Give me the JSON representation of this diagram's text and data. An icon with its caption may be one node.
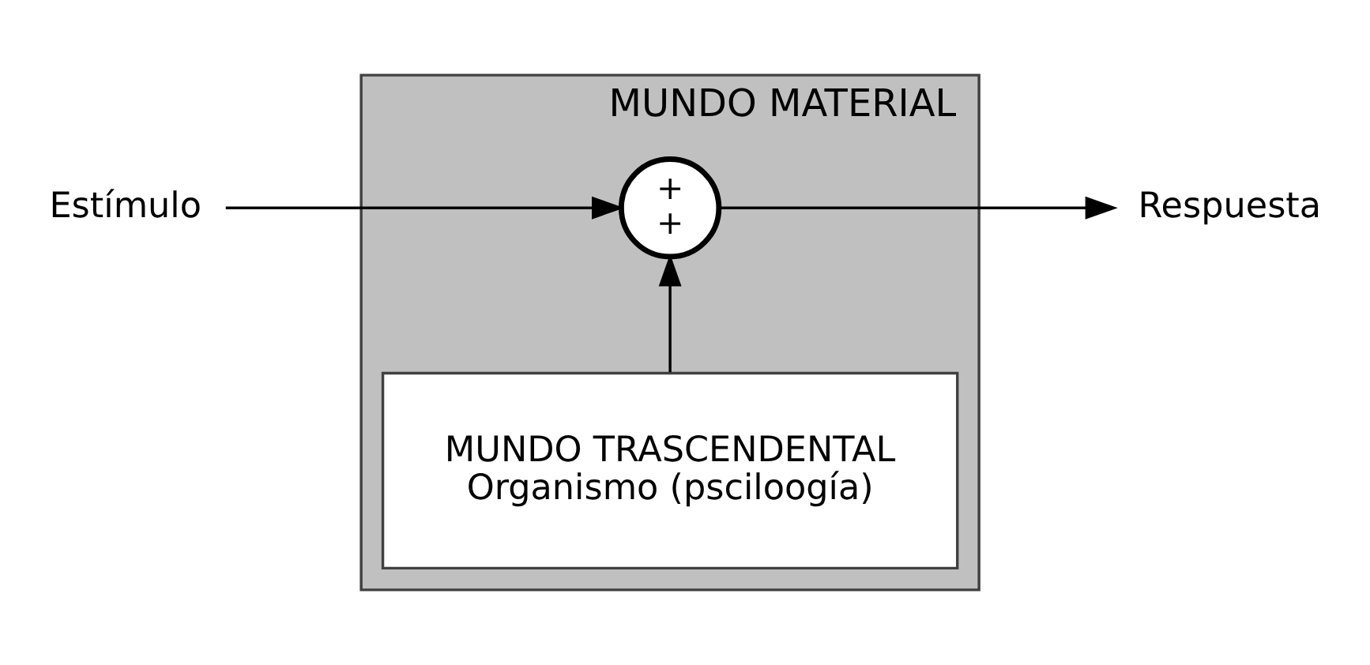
{
  "diagram": {
    "nodes": [
      {
        "text": [
          "MUNDO MATERIAL"
        ]
      },
      {
        "text": [
          "MUNDO TRASCENDENTAL",
          "Organismo (psciloogía)"
        ],
        "in": 0
      },
      {
        "text": [
          "+",
          "+"
        ],
        "in": 0
      },
      {
        "text": [
          "Estímulo"
        ]
      },
      {
        "text": [
          "Respuesta"
        ]
      }
    ],
    "edges": [
      {
        "from": 1,
        "to": 2,
        "arrow": "to"
      },
      {
        "from": 3,
        "to": 2,
        "arrow": "to"
      },
      {
        "from": 2,
        "to": 4,
        "arrow": "to"
      }
    ]
  }
}
